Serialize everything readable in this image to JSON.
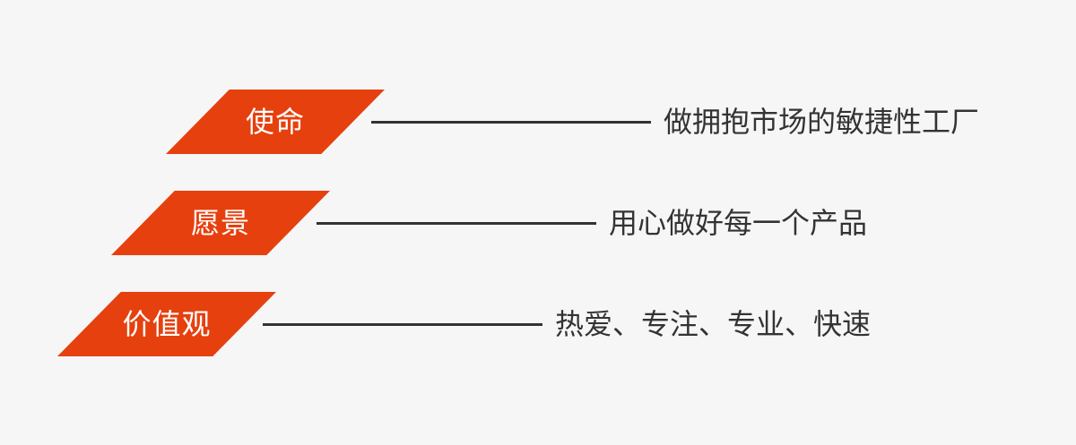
{
  "rows": [
    {
      "tag": "使命",
      "text": "做拥抱市场的敏捷性工厂"
    },
    {
      "tag": "愿景",
      "text": "用心做好每一个产品"
    },
    {
      "tag": "价值观",
      "text": "热爱、专注、专业、快速"
    }
  ],
  "colors": {
    "tag_fill": "#e6400e",
    "tag_text": "#ffffff",
    "line": "#333333",
    "text": "#333333",
    "background": "#f6f6f6"
  }
}
